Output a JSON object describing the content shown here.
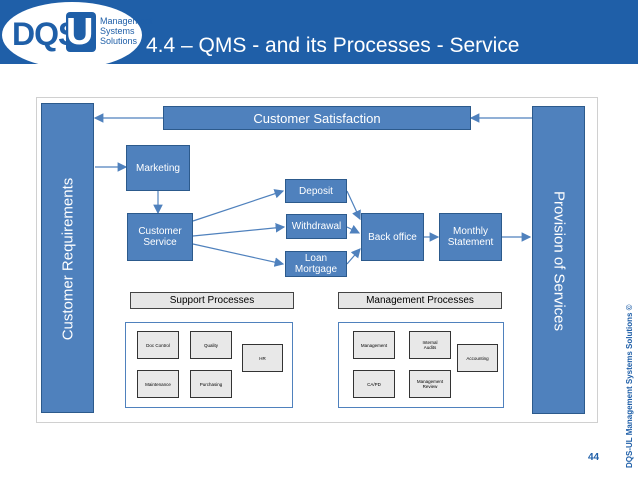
{
  "header": {
    "title": "4.4 – QMS - and its Processes - Service",
    "logo": {
      "left_text": "DQS",
      "ul_text": "UL",
      "ms_line1": "Management",
      "ms_line2": "Systems",
      "ms_line3": "Solutions"
    }
  },
  "footer": {
    "page_number": "44",
    "side_copyright": "DQS-UL Management Systems Solutions ©"
  },
  "diagram": {
    "customer_requirements": "Customer Requirements",
    "provision_of_services": "Provision of Services",
    "customer_satisfaction": "Customer Satisfaction",
    "marketing": "Marketing",
    "customer_service": "Customer\nService",
    "deposit": "Deposit",
    "withdrawal": "Withdrawal",
    "loan_mortgage": "Loan\nMortgage",
    "back_office": "Back office",
    "monthly_statement": "Monthly\nStatement",
    "support_processes": {
      "label": "Support Processes",
      "items": [
        "Doc Control",
        "Quality",
        "HR",
        "Maintenance",
        "Purchasing"
      ]
    },
    "management_processes": {
      "label": "Management Processes",
      "items": [
        "Management",
        "Internal\nAudits",
        "Accounting",
        "CA/PD",
        "Management\nReview"
      ]
    }
  }
}
